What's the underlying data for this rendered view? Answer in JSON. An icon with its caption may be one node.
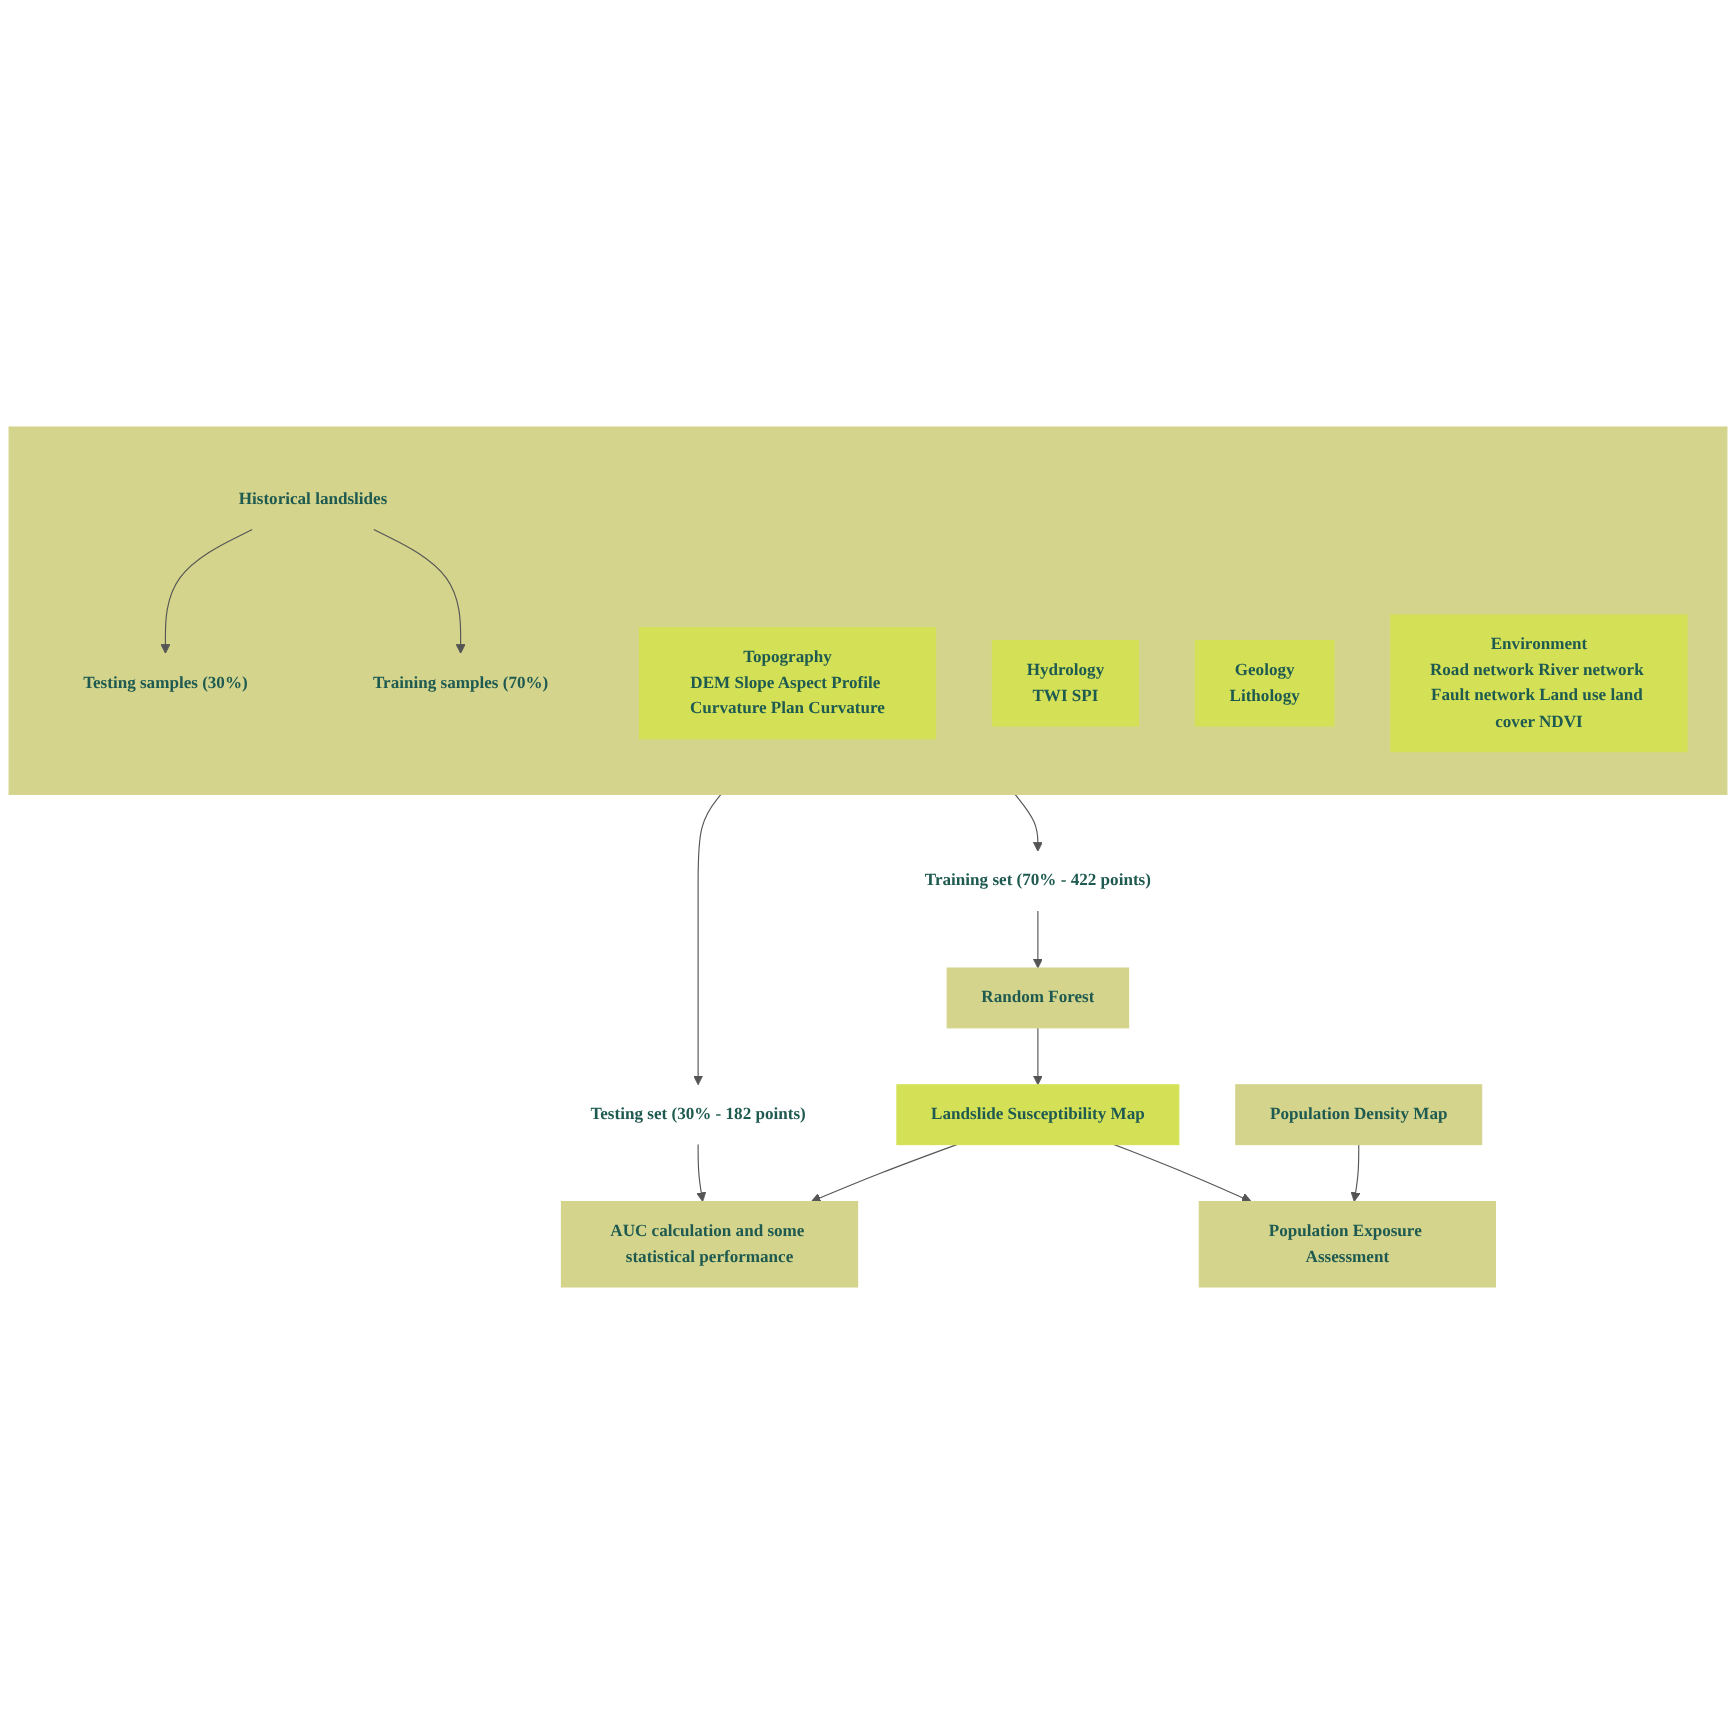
{
  "diagram": {
    "nodes": [
      {
        "text": [],
        "shape": "box"
      },
      {
        "text": [
          "Historical landslides"
        ],
        "in": 0
      },
      {
        "text": [
          "Testing samples (30%)"
        ],
        "in": 0
      },
      {
        "text": [
          "Training samples (70%)"
        ],
        "in": 0
      },
      {
        "text": [
          "Topography",
          "DEM Slope Aspect Profile Curvature Plan Curvature"
        ],
        "in": 0
      },
      {
        "text": [
          "Hydrology",
          "TWI SPI"
        ],
        "in": 0
      },
      {
        "text": [
          "Geology",
          "Lithology"
        ],
        "in": 0
      },
      {
        "text": [
          "Environment",
          "Road network River network Fault network Land use land cover NDVI"
        ],
        "in": 0
      },
      {
        "text": [
          "Population Density Map"
        ]
      },
      {
        "text": [
          "Testing set (30% - 182 points)"
        ]
      },
      {
        "text": [
          "Training set (70% - 422 points)"
        ]
      },
      {
        "text": [
          "Random Forest"
        ]
      },
      {
        "text": [
          "Landslide Susceptibility Map"
        ]
      },
      {
        "text": [
          "AUC calculation and some statistical performance"
        ]
      },
      {
        "text": [
          "Population Exposure Assessment"
        ]
      }
    ],
    "edges": [
      {
        "from": 1,
        "to": 2,
        "arrow": "to"
      },
      {
        "from": 1,
        "to": 3,
        "arrow": "to"
      },
      {
        "from": 0,
        "to": 9,
        "arrow": "to"
      },
      {
        "from": 0,
        "to": 10,
        "arrow": "to"
      },
      {
        "from": 10,
        "to": 11,
        "arrow": "to"
      },
      {
        "from": 11,
        "to": 12,
        "arrow": "to"
      },
      {
        "from": 9,
        "to": 13,
        "arrow": "to"
      },
      {
        "from": 12,
        "to": 13,
        "arrow": "to"
      },
      {
        "from": 12,
        "to": 14,
        "arrow": "to"
      },
      {
        "from": 8,
        "to": 14,
        "arrow": "to"
      }
    ]
  }
}
